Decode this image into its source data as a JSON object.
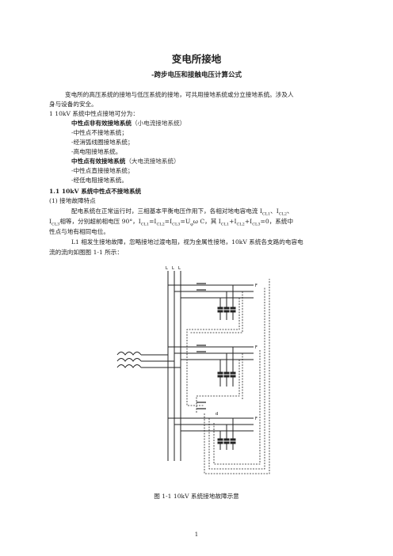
{
  "title": "变电所接地",
  "subtitle": "-跨步电压和接触电压计算公式",
  "intro_line1": "变电所的高压系统的接地与低压系统的接地，可共用接地系统或分立接地系统。涉及人",
  "intro_line2": "身与设备的安全。",
  "section1": "1 10kV 系统中性点接地可分为：",
  "group1_head": "中性点非有效接地系统",
  "group1_note": "（小电流接地系统）",
  "group1_items": [
    "-中性点不接地系统；",
    "-经消弧线圈接地系统；",
    "-高电阻接地系统。"
  ],
  "group2_head": "中性点有效接地系统",
  "group2_note": "（大电流接地系统）",
  "group2_items": [
    "-中性点直接接地系统；",
    "-经低电阻接地系统。"
  ],
  "section11": "1.1 10kV 系统中性点不接地系统",
  "item1": "(1)  接地故障特点",
  "para1_line1_a": "配电系统在正常运行时，三相基本平衡电压作用下，各相对地电容电流 I",
  "para1_line1_b": "、I",
  "para1_line1_c": "、",
  "para1_line2_a": "I",
  "para1_line2_b": "相等，分别超前相电压 90°，I",
  "para1_line2_c": "=I",
  "para1_line2_d": "=I",
  "para1_line2_e": "=U",
  "para1_line2_f": "ω C，其 I",
  "para1_line2_g": "+I",
  "para1_line2_h": "+I",
  "para1_line2_i": "=0，系统中",
  "para1_line3": "性点与地有相同电位。",
  "sub_cl1": "CL1",
  "sub_cl2": "CL2",
  "sub_cl3": "CL3",
  "sub_ph": "φ",
  "para2_line1": "L1 相发生接地故障，忽略接地过渡电阻，视为金属性接地，10kV 系统各支路的电容电",
  "para2_line2": "流的流向如图图 1-1 所示：",
  "diagram_labels": {
    "phases": [
      "L",
      "L",
      "L"
    ],
    "feeders": [
      "F",
      "F",
      "F"
    ],
    "fault": "d"
  },
  "caption": "图 1-1    10kV 系统接地故障示意",
  "page_number": "1"
}
